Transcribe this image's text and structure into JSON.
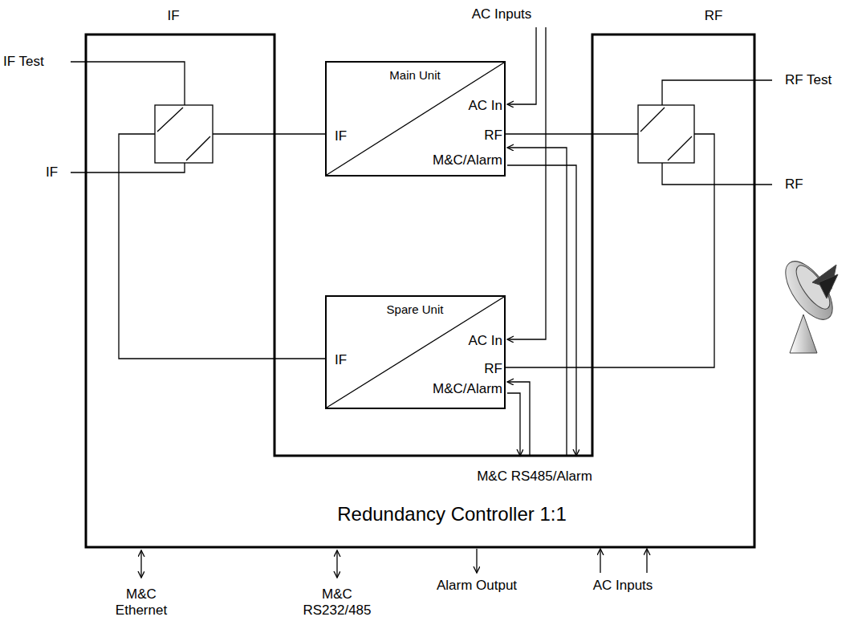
{
  "diagram": {
    "nodes": [
      {
        "text": [
          "Redundancy Controller 1:1"
        ]
      },
      {
        "text": [
          "Main Unit",
          "IF",
          "AC In",
          "RF",
          "M&C/Alarm"
        ]
      },
      {
        "text": [
          "Spare Unit",
          "IF",
          "AC In",
          "RF",
          "M&C/Alarm"
        ]
      }
    ],
    "edges": [
      {
        "from": 1,
        "to": 0,
        "arrow": "both"
      },
      {
        "from": 2,
        "to": 0,
        "arrow": "both"
      }
    ],
    "labels": [
      "IF",
      "AC Inputs",
      "RF",
      "IF Test",
      "IF",
      "RF Test",
      "RF",
      "M&C RS485/Alarm",
      "M&C Ethernet",
      "M&C RS232/485",
      "Alarm Output",
      "AC Inputs"
    ]
  }
}
